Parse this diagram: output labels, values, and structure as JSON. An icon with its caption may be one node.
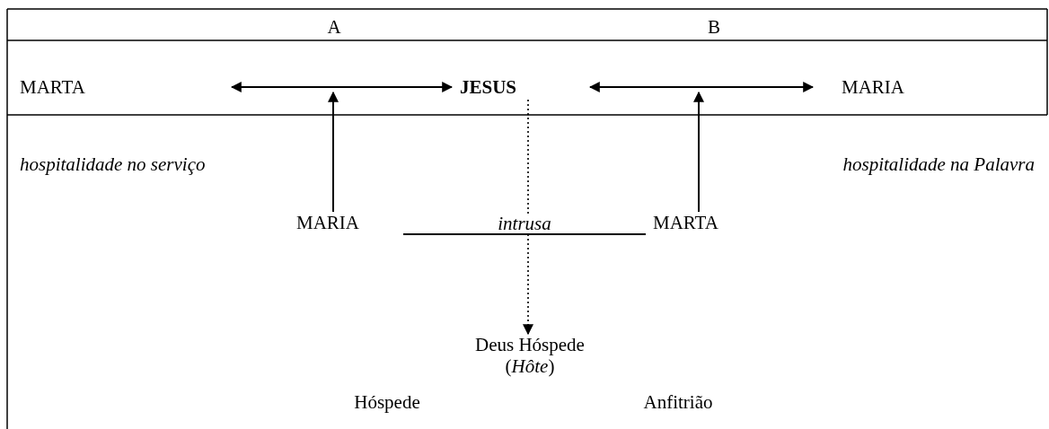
{
  "diagram": {
    "nodes": [
      {
        "text": [
          "MARTA"
        ]
      },
      {
        "text": [
          "JESUS"
        ]
      },
      {
        "text": [
          "MARIA"
        ]
      },
      {
        "text": [
          "MARIA"
        ]
      },
      {
        "text": [
          "MARTA"
        ]
      },
      {
        "text": [
          "Deus Hóspede (*Hôte*)"
        ]
      }
    ],
    "edges": [
      {
        "from": null,
        "to": 1,
        "arrow": "both"
      },
      {
        "from": 1,
        "to": 2,
        "arrow": "both"
      },
      {
        "from": 3,
        "to": null,
        "arrow": "to"
      },
      {
        "from": 4,
        "to": null,
        "arrow": "to"
      },
      {
        "from": 3,
        "to": 4,
        "arrow": "none",
        "label": "intrusa"
      },
      {
        "from": 1,
        "to": 5,
        "arrow": "to",
        "style": "dashed"
      }
    ],
    "labels": [
      "A",
      "B",
      "hospitalidade no serviço",
      "hospitalidade na Palavra",
      "Hóspede",
      "Anfitrião"
    ]
  }
}
